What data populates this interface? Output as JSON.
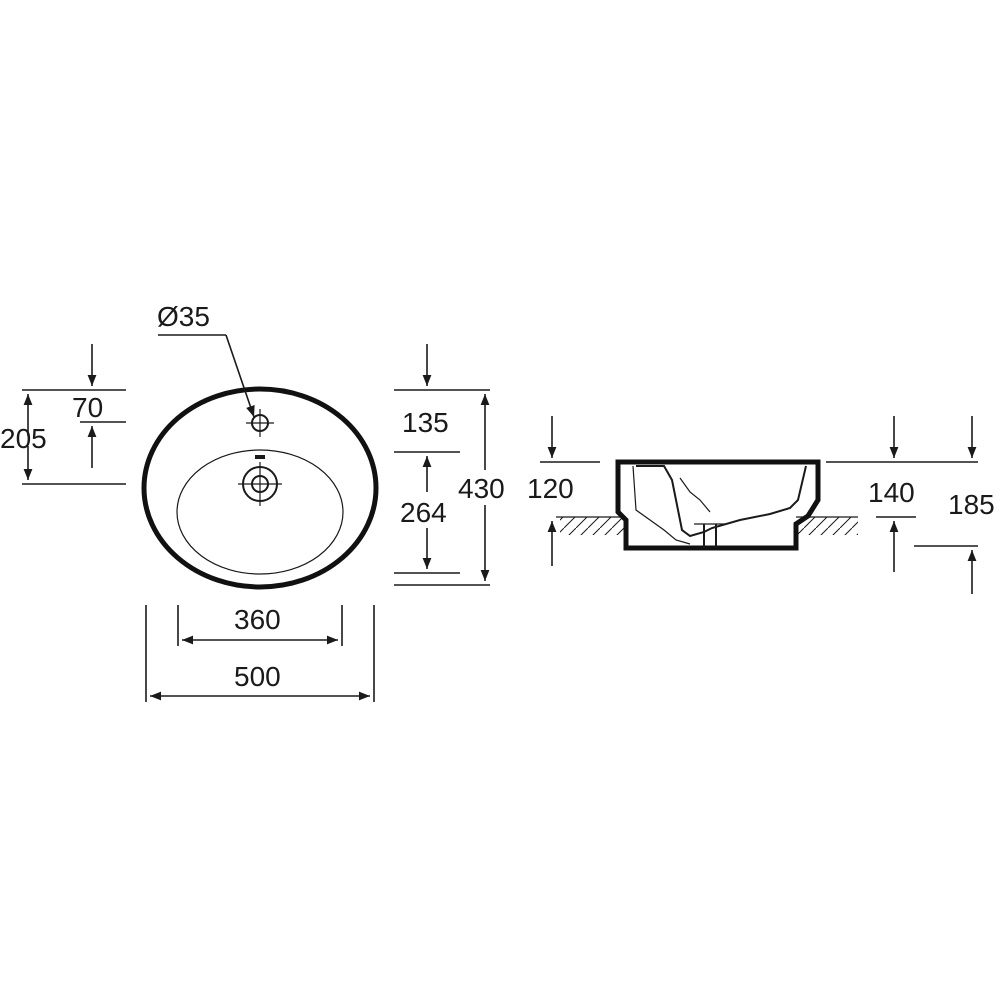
{
  "colors": {
    "line": "#1a1a1a",
    "background": "#ffffff"
  },
  "top_view": {
    "tap_hole_diameter": "Ø35",
    "dim_205": "205",
    "dim_70": "70",
    "dim_135": "135",
    "dim_264": "264",
    "dim_430": "430",
    "dim_360": "360",
    "dim_500": "500"
  },
  "side_view": {
    "dim_120": "120",
    "dim_140": "140",
    "dim_185": "185"
  }
}
